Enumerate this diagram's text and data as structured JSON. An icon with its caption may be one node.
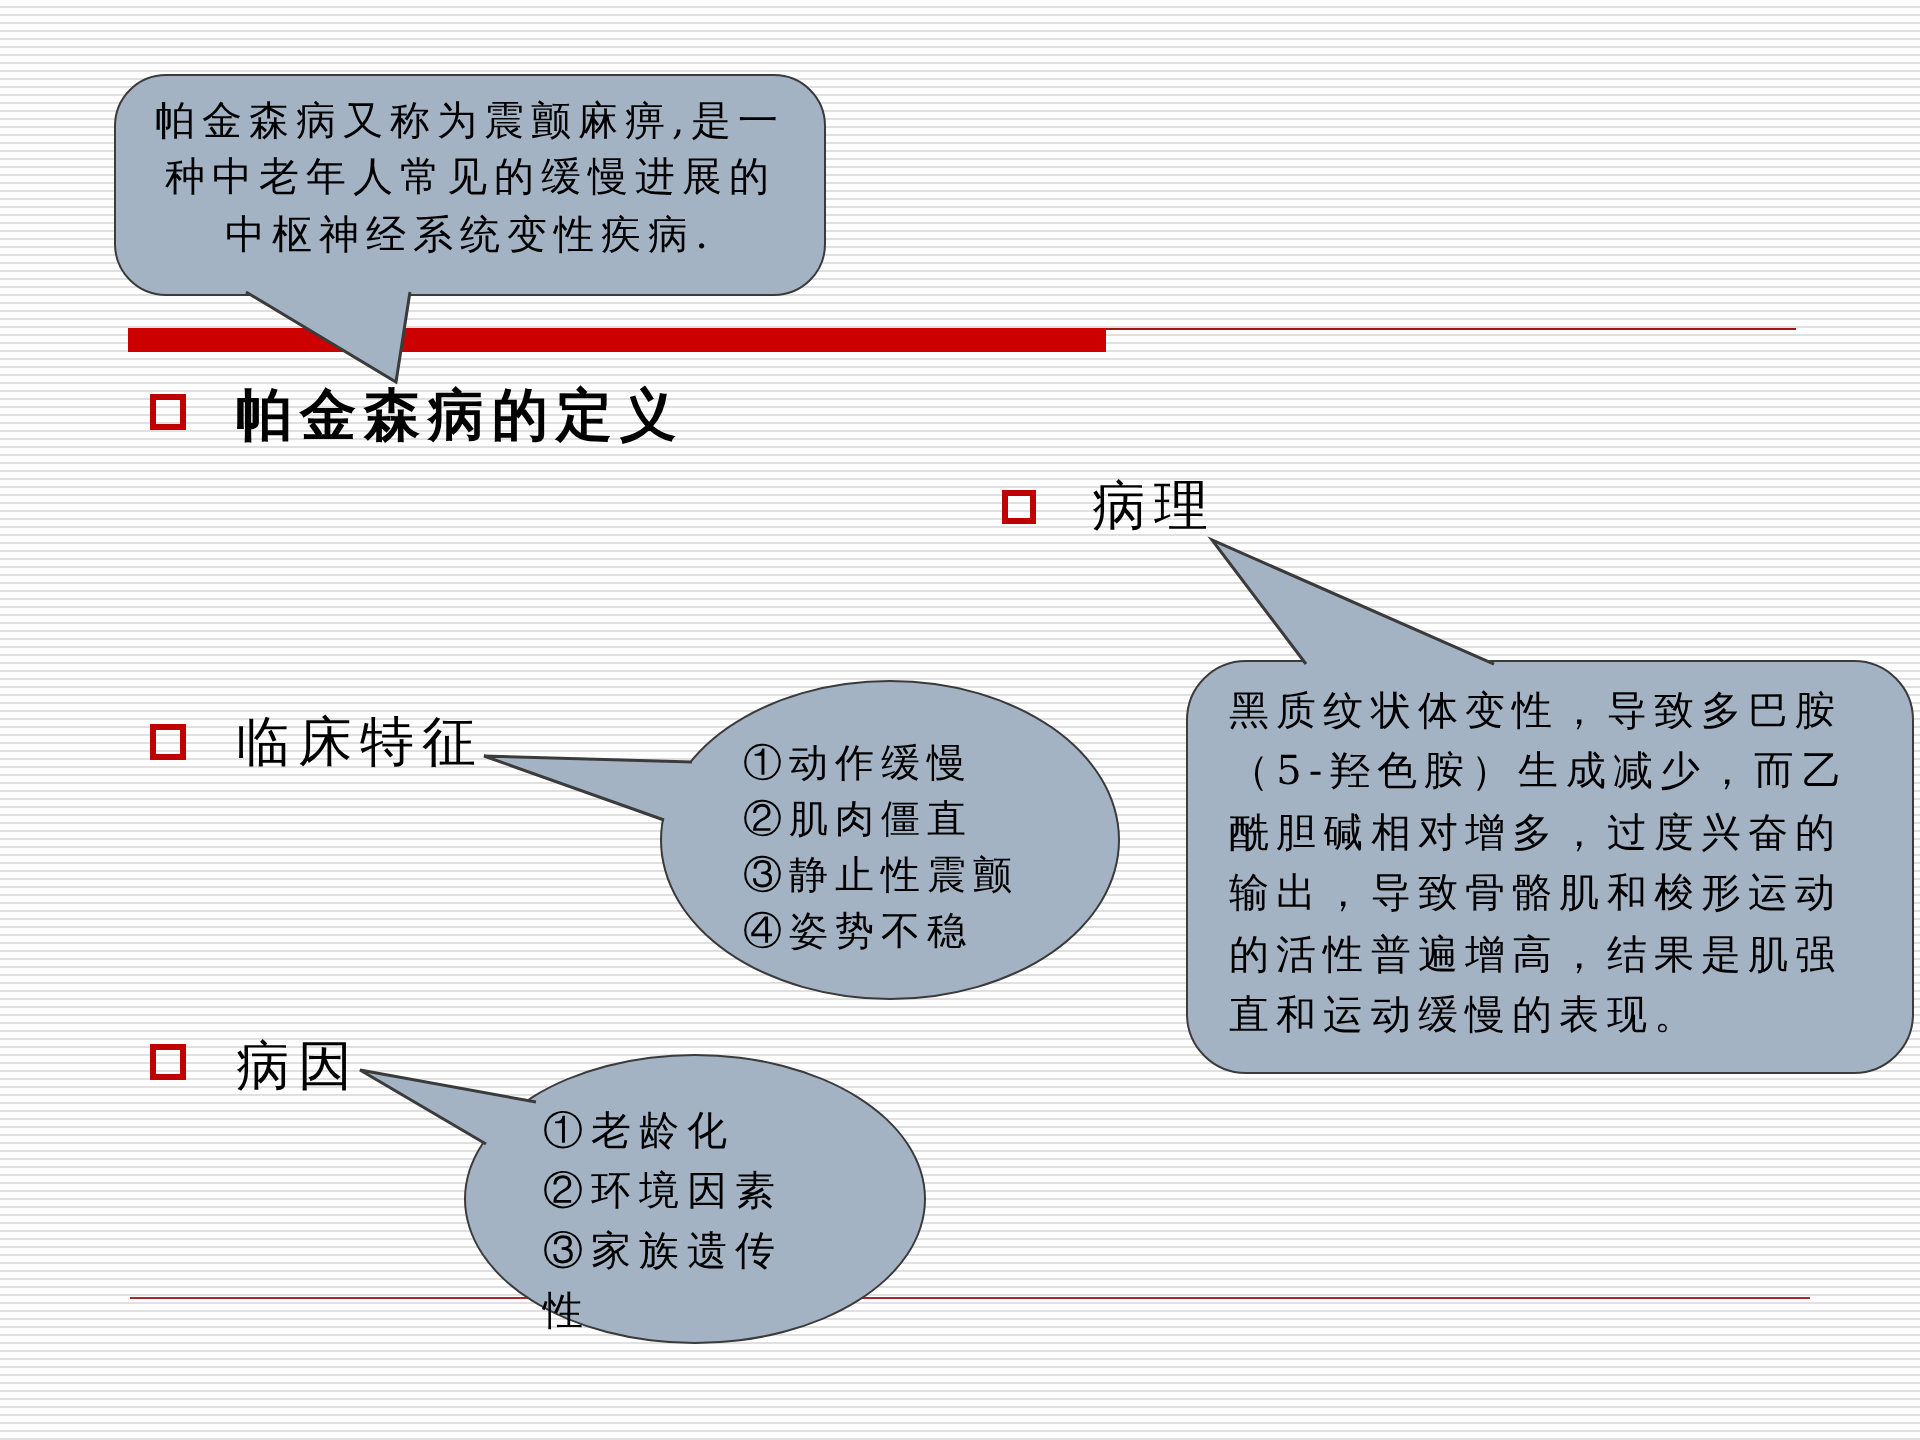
{
  "diagram": {
    "nodes": [
      {
        "text": [
          "帕金森病又称为震颤麻痹,是一种中老年人常见的缓慢进展的中枢神经系统变性疾病."
        ]
      },
      {
        "text": [
          "帕金森病的定义"
        ]
      },
      {
        "text": [
          "病理"
        ]
      },
      {
        "text": [
          "黑质纹状体变性，导致多巴胺（5-羟色胺）生成减少，而乙酰胆碱相对增多，过度兴奋的输出，导致骨骼肌和梭形运动的活性普遍增高，结果是肌强直和运动缓慢的表现。"
        ]
      },
      {
        "text": [
          "临床特征"
        ]
      },
      {
        "text": [
          "①动作缓慢",
          "②肌肉僵直",
          "③静止性震颤",
          "④姿势不稳"
        ]
      },
      {
        "text": [
          "病因"
        ]
      },
      {
        "text": [
          "①老龄化",
          "②环境因素",
          "③家族遗传性"
        ]
      }
    ],
    "edges": [
      {
        "from": 0,
        "to": 1,
        "arrow": "none"
      },
      {
        "from": 3,
        "to": 2,
        "arrow": "none"
      },
      {
        "from": 5,
        "to": 4,
        "arrow": "none"
      },
      {
        "from": 7,
        "to": 6,
        "arrow": "none"
      }
    ]
  }
}
